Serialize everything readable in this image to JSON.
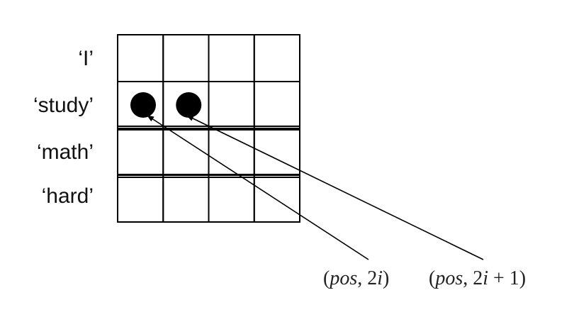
{
  "row_labels": [
    "‘I’",
    "‘study’",
    "‘math’",
    "‘hard’"
  ],
  "grid": {
    "rows": 4,
    "cols": 4,
    "marked_cells": [
      {
        "row": 1,
        "col": 0
      },
      {
        "row": 1,
        "col": 1
      }
    ]
  },
  "annotations": [
    {
      "name": "even-dimension",
      "parts": [
        {
          "text": "(",
          "italic": false
        },
        {
          "text": "pos",
          "italic": true
        },
        {
          "text": ", 2",
          "italic": false
        },
        {
          "text": "i",
          "italic": true
        },
        {
          "text": ")",
          "italic": false
        }
      ],
      "points_to": {
        "row": 1,
        "col": 0
      }
    },
    {
      "name": "odd-dimension",
      "parts": [
        {
          "text": "(",
          "italic": false
        },
        {
          "text": "pos",
          "italic": true
        },
        {
          "text": ", 2",
          "italic": false
        },
        {
          "text": "i",
          "italic": true
        },
        {
          "text": " + 1)",
          "italic": false
        }
      ],
      "points_to": {
        "row": 1,
        "col": 1
      }
    }
  ],
  "colors": {
    "line": "#000000",
    "dot": "#000000",
    "text": "#111111"
  }
}
